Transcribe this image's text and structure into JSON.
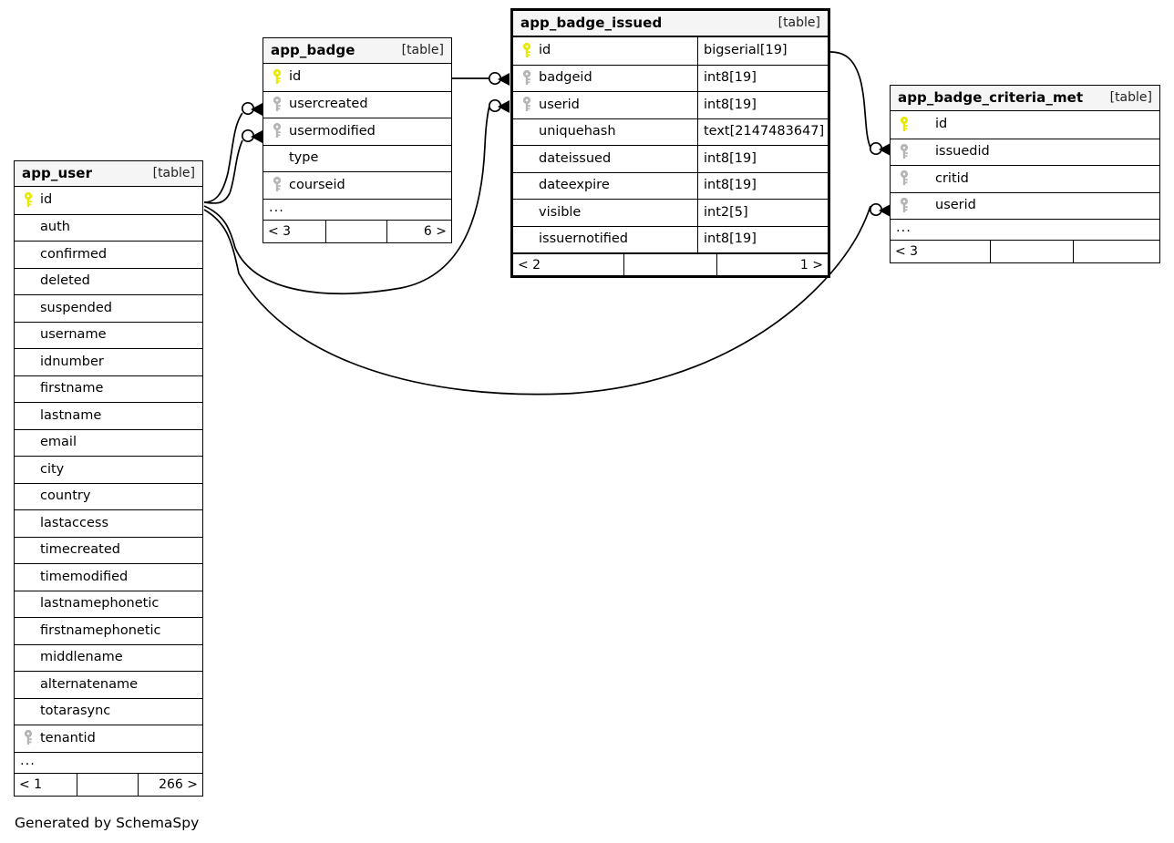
{
  "diagram": {
    "kind": "database-schema-erd",
    "generator_credit": "Generated by SchemaSpy",
    "table_tag": "[table]",
    "more_columns_marker": "...",
    "colors": {
      "primary_key_icon": "#e8e800",
      "foreign_key_icon": "#b5b5b5",
      "table_header_bg": "#f5f5f5",
      "border": "#000000",
      "page_bg": "#ffffff"
    }
  },
  "tables": {
    "app_user": {
      "name": "app_user",
      "type_tag": "[table]",
      "focused": false,
      "show_types": false,
      "columns": [
        {
          "key": "pk",
          "name": "id"
        },
        {
          "key": "none",
          "name": "auth"
        },
        {
          "key": "none",
          "name": "confirmed"
        },
        {
          "key": "none",
          "name": "deleted"
        },
        {
          "key": "none",
          "name": "suspended"
        },
        {
          "key": "none",
          "name": "username"
        },
        {
          "key": "none",
          "name": "idnumber"
        },
        {
          "key": "none",
          "name": "firstname"
        },
        {
          "key": "none",
          "name": "lastname"
        },
        {
          "key": "none",
          "name": "email"
        },
        {
          "key": "none",
          "name": "city"
        },
        {
          "key": "none",
          "name": "country"
        },
        {
          "key": "none",
          "name": "lastaccess"
        },
        {
          "key": "none",
          "name": "timecreated"
        },
        {
          "key": "none",
          "name": "timemodified"
        },
        {
          "key": "none",
          "name": "lastnamephonetic"
        },
        {
          "key": "none",
          "name": "firstnamephonetic"
        },
        {
          "key": "none",
          "name": "middlename"
        },
        {
          "key": "none",
          "name": "alternatename"
        },
        {
          "key": "none",
          "name": "totarasync"
        },
        {
          "key": "fk",
          "name": "tenantid"
        }
      ],
      "ellipsis": "...",
      "footer": {
        "left": "< 1",
        "middle": "",
        "right": "266 >"
      }
    },
    "app_badge": {
      "name": "app_badge",
      "type_tag": "[table]",
      "focused": false,
      "show_types": false,
      "columns": [
        {
          "key": "pk",
          "name": "id"
        },
        {
          "key": "fk",
          "name": "usercreated"
        },
        {
          "key": "fk",
          "name": "usermodified"
        },
        {
          "key": "none",
          "name": "type"
        },
        {
          "key": "fk",
          "name": "courseid"
        }
      ],
      "ellipsis": "...",
      "footer": {
        "left": "< 3",
        "middle": "",
        "right": "6 >"
      }
    },
    "app_badge_issued": {
      "name": "app_badge_issued",
      "type_tag": "[table]",
      "focused": true,
      "show_types": true,
      "columns": [
        {
          "key": "pk",
          "name": "id",
          "type": "bigserial[19]"
        },
        {
          "key": "fk",
          "name": "badgeid",
          "type": "int8[19]"
        },
        {
          "key": "fk",
          "name": "userid",
          "type": "int8[19]"
        },
        {
          "key": "none",
          "name": "uniquehash",
          "type": "text[2147483647]"
        },
        {
          "key": "none",
          "name": "dateissued",
          "type": "int8[19]"
        },
        {
          "key": "none",
          "name": "dateexpire",
          "type": "int8[19]"
        },
        {
          "key": "none",
          "name": "visible",
          "type": "int2[5]"
        },
        {
          "key": "none",
          "name": "issuernotified",
          "type": "int8[19]"
        }
      ],
      "ellipsis": null,
      "footer": {
        "left": "< 2",
        "middle": "",
        "right": "1 >"
      }
    },
    "app_badge_criteria_met": {
      "name": "app_badge_criteria_met",
      "type_tag": "[table]",
      "focused": false,
      "show_types": false,
      "wide_key_gap": true,
      "columns": [
        {
          "key": "pk",
          "name": "id"
        },
        {
          "key": "fk",
          "name": "issuedid"
        },
        {
          "key": "fk",
          "name": "critid"
        },
        {
          "key": "fk",
          "name": "userid"
        }
      ],
      "ellipsis": "...",
      "footer": {
        "left": "< 3",
        "middle": "",
        "right": ""
      }
    }
  },
  "relationships": [
    {
      "from_table": "app_user",
      "from_column": "id",
      "to_table": "app_badge",
      "to_column": "usercreated",
      "cardinality": "zero-or-many"
    },
    {
      "from_table": "app_user",
      "from_column": "id",
      "to_table": "app_badge",
      "to_column": "usermodified",
      "cardinality": "zero-or-many"
    },
    {
      "from_table": "app_badge",
      "from_column": "id",
      "to_table": "app_badge_issued",
      "to_column": "badgeid",
      "cardinality": "zero-or-many"
    },
    {
      "from_table": "app_user",
      "from_column": "id",
      "to_table": "app_badge_issued",
      "to_column": "userid",
      "cardinality": "zero-or-many"
    },
    {
      "from_table": "app_badge_issued",
      "from_column": "id",
      "to_table": "app_badge_criteria_met",
      "to_column": "issuedid",
      "cardinality": "zero-or-many"
    },
    {
      "from_table": "app_user",
      "from_column": "id",
      "to_table": "app_badge_criteria_met",
      "to_column": "userid",
      "cardinality": "zero-or-many"
    }
  ]
}
